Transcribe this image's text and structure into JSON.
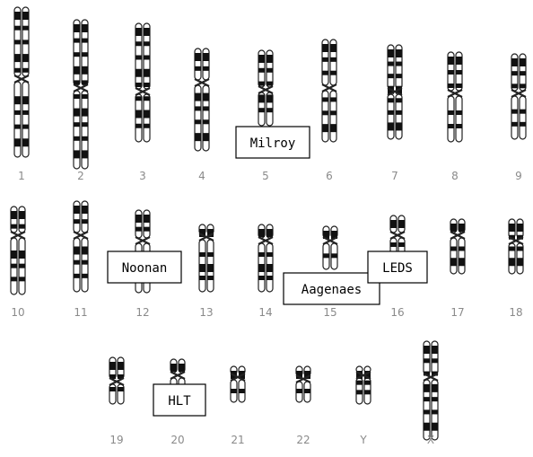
{
  "chromosomes": [
    {
      "label": "1",
      "kind": "metacentric"
    },
    {
      "label": "2",
      "kind": "submetacentric"
    },
    {
      "label": "3",
      "kind": "metacentric"
    },
    {
      "label": "4",
      "kind": "submetacentric"
    },
    {
      "label": "5",
      "kind": "submetacentric"
    },
    {
      "label": "6",
      "kind": "submetacentric"
    },
    {
      "label": "7",
      "kind": "submetacentric"
    },
    {
      "label": "8",
      "kind": "submetacentric"
    },
    {
      "label": "9",
      "kind": "submetacentric"
    },
    {
      "label": "10",
      "kind": "submetacentric"
    },
    {
      "label": "11",
      "kind": "submetacentric"
    },
    {
      "label": "12",
      "kind": "submetacentric"
    },
    {
      "label": "13",
      "kind": "acrocentric"
    },
    {
      "label": "14",
      "kind": "acrocentric"
    },
    {
      "label": "15",
      "kind": "acrocentric"
    },
    {
      "label": "16",
      "kind": "metacentric"
    },
    {
      "label": "17",
      "kind": "submetacentric"
    },
    {
      "label": "18",
      "kind": "submetacentric"
    },
    {
      "label": "19",
      "kind": "metacentric"
    },
    {
      "label": "20",
      "kind": "metacentric"
    },
    {
      "label": "21",
      "kind": "acrocentric"
    },
    {
      "label": "22",
      "kind": "acrocentric"
    },
    {
      "label": "Y",
      "kind": "acrocentric"
    },
    {
      "label": "X",
      "kind": "submetacentric"
    }
  ],
  "disease_labels": [
    {
      "text": "Milroy",
      "chromosome": "5"
    },
    {
      "text": "Noonan",
      "chromosome": "12"
    },
    {
      "text": "Aagenaes",
      "chromosome": "15"
    },
    {
      "text": "LEDS",
      "chromosome": "16"
    },
    {
      "text": "HLT",
      "chromosome": "20"
    }
  ],
  "colors": {
    "band": "#111111",
    "outline": "#222222",
    "label": "#8a8a8a",
    "background": "#ffffff"
  }
}
